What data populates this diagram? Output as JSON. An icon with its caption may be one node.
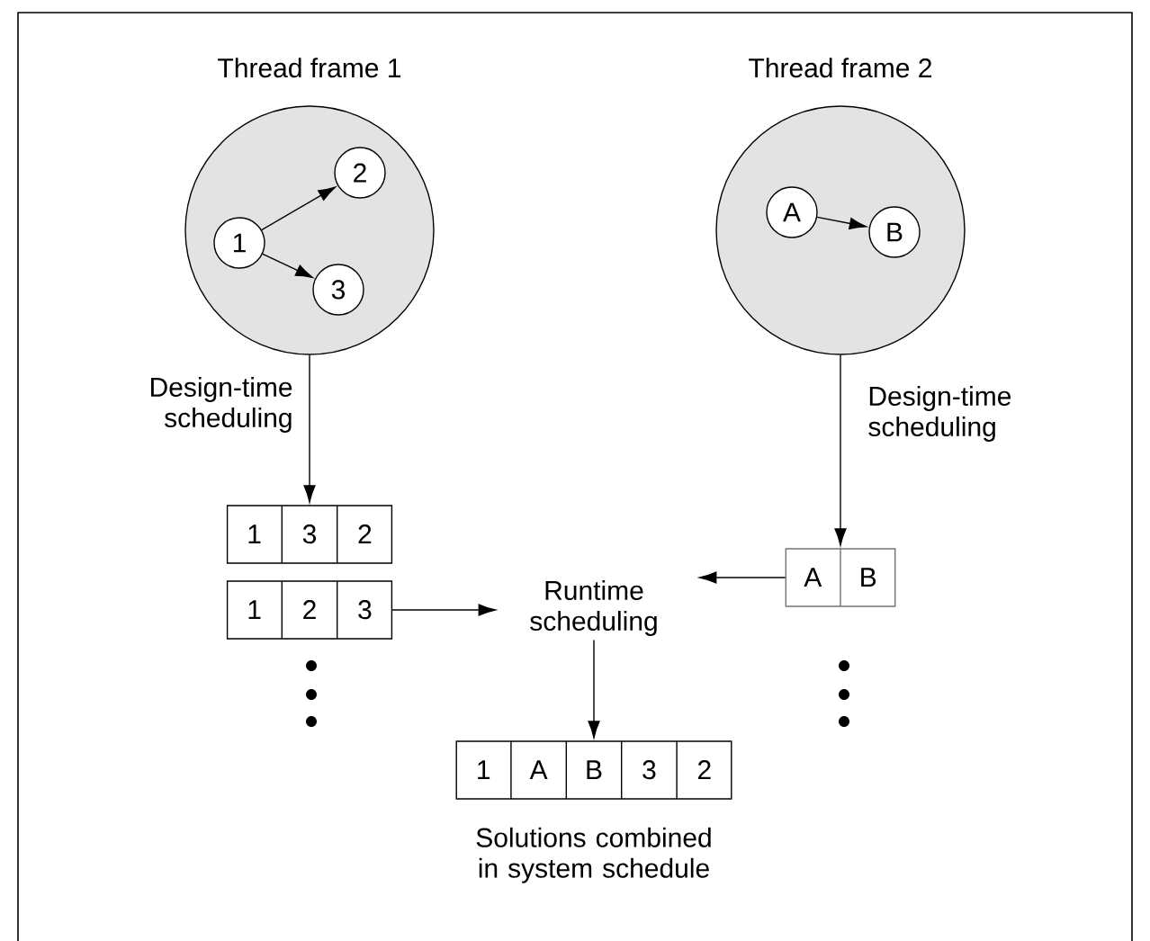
{
  "diagram": {
    "nodes": [
      {
        "text": [
          "Thread frame 1"
        ]
      },
      {
        "text": [
          "1"
        ],
        "in": 0
      },
      {
        "text": [
          "2"
        ],
        "in": 0
      },
      {
        "text": [
          "3"
        ],
        "in": 0
      },
      {
        "text": [
          "Thread frame 2"
        ]
      },
      {
        "text": [
          "A"
        ],
        "in": 4
      },
      {
        "text": [
          "B"
        ],
        "in": 4
      },
      {
        "text": [
          "1",
          "3",
          "2"
        ]
      },
      {
        "text": [
          "1",
          "2",
          "3"
        ]
      },
      {
        "text": [
          "A",
          "B"
        ]
      },
      {
        "text": [
          "Runtime scheduling"
        ]
      },
      {
        "text": [
          "1",
          "A",
          "B",
          "3",
          "2"
        ],
        "beside": [
          "Solutions combined in system schedule"
        ]
      }
    ],
    "edges": [
      {
        "from": 1,
        "to": 2,
        "arrow": "to"
      },
      {
        "from": 1,
        "to": 3,
        "arrow": "to"
      },
      {
        "from": 5,
        "to": 6,
        "arrow": "to"
      },
      {
        "from": 0,
        "to": 7,
        "arrow": "to",
        "label": "Design-time scheduling"
      },
      {
        "from": 4,
        "to": 9,
        "arrow": "to",
        "label": "Design-time scheduling"
      },
      {
        "from": 8,
        "to": 10,
        "arrow": "to"
      },
      {
        "from": 9,
        "to": 10,
        "arrow": "to"
      },
      {
        "from": 10,
        "to": 11,
        "arrow": "to"
      }
    ]
  }
}
